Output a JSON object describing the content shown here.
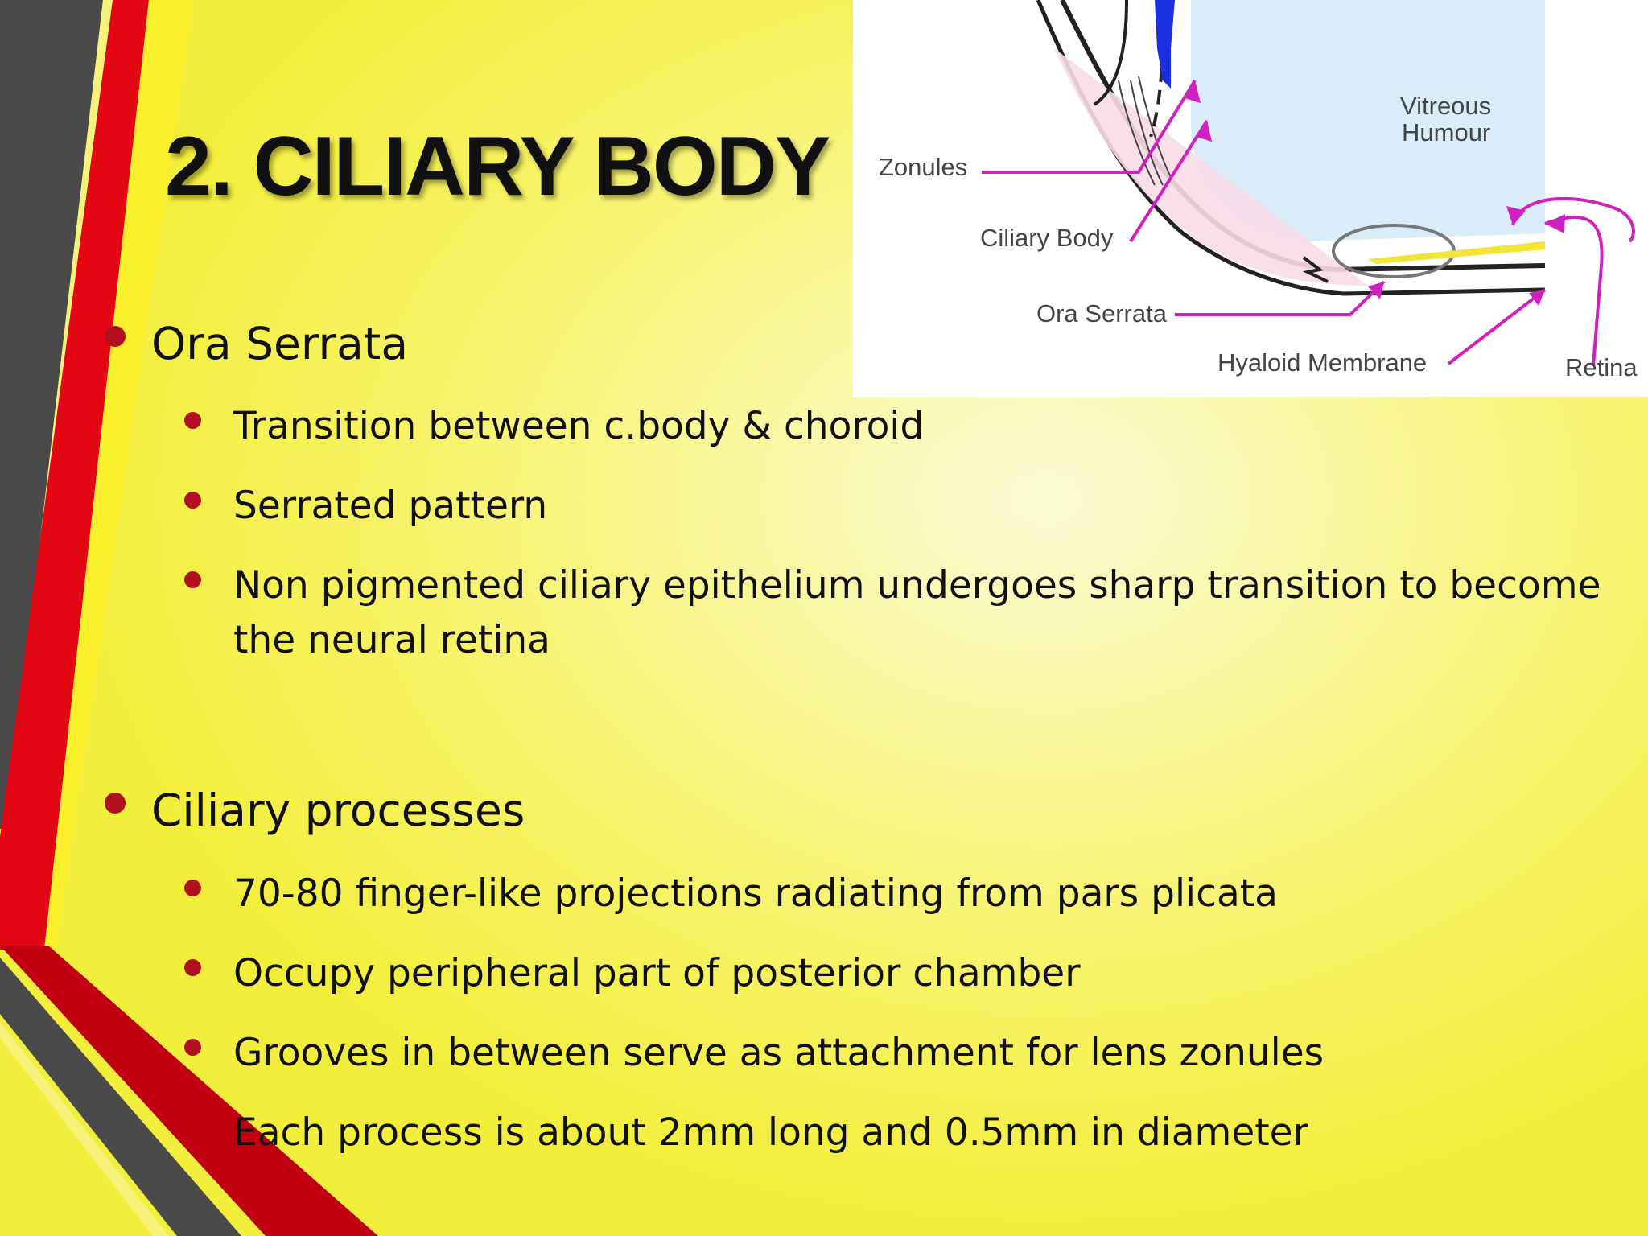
{
  "slide": {
    "title": "2. CILIARY BODY",
    "sections": [
      {
        "heading": "Ora Serrata",
        "items": [
          "Transition between c.body & choroid",
          "Serrated pattern",
          "Non pigmented ciliary epithelium undergoes sharp transition to become",
          "the neural retina"
        ]
      },
      {
        "heading": "Ciliary processes",
        "items": [
          "70-80 finger-like projections radiating from pars plicata",
          "Occupy peripheral part of posterior chamber",
          "Grooves in between serve as attachment for lens zonules",
          "Each process is about 2mm long and 0.5mm in diameter"
        ]
      }
    ]
  },
  "diagram": {
    "labels": {
      "zonules": "Zonules",
      "ciliary_body": "Ciliary Body",
      "ora_serrata": "Ora Serrata",
      "hyaloid_membrane": "Hyaloid Membrane",
      "retina": "Retina",
      "vitreous_line1": "Vitreous",
      "vitreous_line2": "Humour"
    }
  },
  "colors": {
    "background": "#f5f25a",
    "accent_red": "#e30613",
    "accent_dark": "#4a4a4a",
    "bullet": "#b01020",
    "label_arrow": "#d020c0"
  }
}
